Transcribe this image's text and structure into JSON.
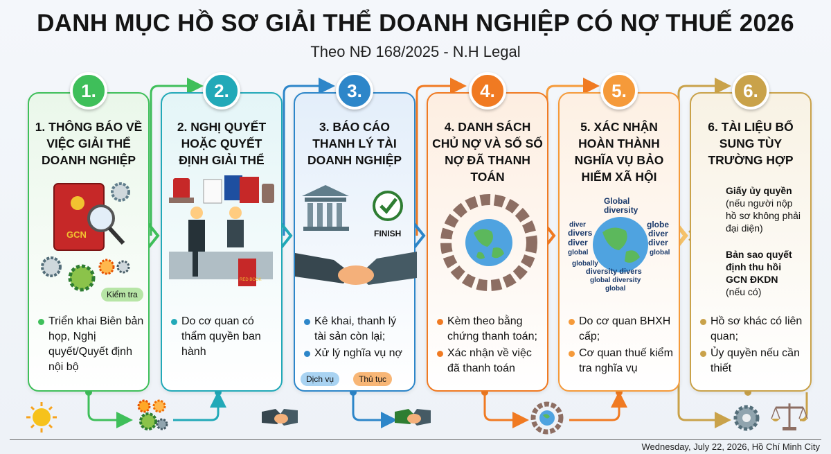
{
  "header": {
    "title": "DANH MỤC HỒ SƠ GIẢI THỂ DOANH NGHIỆP CÓ NỢ THUẾ 2026",
    "subtitle": "Theo NĐ 168/2025 - N.H Legal"
  },
  "steps": [
    {
      "badge": "1.",
      "title": "1. THÔNG BÁO VỀ VIỆC GIẢI THỂ DOANH NGHIỆP",
      "bullets": [
        "Triển khai Biên bản họp, Nghị quyết/Quyết định nội bộ"
      ],
      "book_label": "GCN",
      "tag": "Kiểm tra",
      "color": "#3fbf5a"
    },
    {
      "badge": "2.",
      "title": "2. NGHỊ QUYẾT HOẶC QUYẾT ĐỊNH GIẢI THỂ",
      "bullets": [
        "Do cơ quan có thẩm quyền ban hành"
      ],
      "book_label": "RED BOOK",
      "color": "#22a9b8"
    },
    {
      "badge": "3.",
      "title": "3. BÁO CÁO THANH LÝ TÀI DOANH NGHIỆP",
      "bullets": [
        "Kê khai, thanh lý tài sản còn lại;",
        "Xử lý nghĩa vụ nợ"
      ],
      "finish_label": "FINISH",
      "tags": [
        "Dịch vụ",
        "Thủ tục"
      ],
      "color": "#2d86c9"
    },
    {
      "badge": "4.",
      "title": "4. DANH SÁCH CHỦ NỢ VÀ SỐ SỐ NỢ ĐÃ THANH TOÁN",
      "bullets": [
        "Kèm theo bằng chứng thanh toán;",
        "Xác nhận về việc đã thanh toán"
      ],
      "color": "#f07a22"
    },
    {
      "badge": "5.",
      "title": "5. XÁC NHẬN HOÀN THÀNH NGHĨA VỤ BẢO HIỂM XÃ HỘI",
      "bullets": [
        "Do cơ quan BHXH cấp;",
        "Cơ quan thuế kiểm tra nghĩa vụ"
      ],
      "globe_words": [
        "Global",
        "diversity",
        "diver",
        "divers",
        "globe",
        "diver",
        "diver",
        "diver",
        "global",
        "global",
        "globally",
        "diversity divers",
        "global diversity",
        "global"
      ],
      "color": "#f59a3a"
    },
    {
      "badge": "6.",
      "title": "6. TÀI LIỆU BỔ SUNG TÙY TRƯỜNG HỢP",
      "extras": [
        {
          "bold": "Giấy ủy quyền",
          "note": "(nếu người nộp hồ sơ không phải đại diện)"
        },
        {
          "bold": "Bản sao quyết định thu hồi GCN ĐKDN",
          "note": "(nếu có)"
        }
      ],
      "bullets": [
        "Hồ sơ khác có liên quan;",
        "Ủy quyền nếu cần thiết"
      ],
      "color": "#c9a24a"
    }
  ],
  "footer": {
    "date": "Wednesday, July 22, 2026, Hồ Chí Minh City"
  },
  "icons": [
    "sun-icon",
    "gears-icon",
    "handshake-icon",
    "globe-hands-icon",
    "gear-icon",
    "scales-icon"
  ]
}
